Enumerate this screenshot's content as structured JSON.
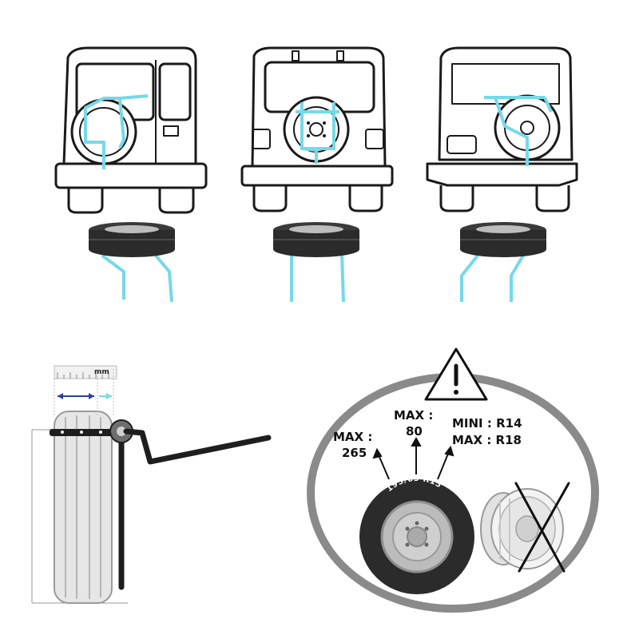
{
  "colors": {
    "bracket": "#74d9e8",
    "outline": "#1a1a1a",
    "dark_tire": "#2b2b2b",
    "frame_ring": "#8a8a8a"
  },
  "ruler": {
    "unit": "mm"
  },
  "specs": {
    "max_width": {
      "label": "MAX :",
      "value": "265"
    },
    "max_profile": {
      "label": "MAX :",
      "value": "80"
    },
    "rim_min": "MINI : R14",
    "rim_max": "MAX : R18",
    "tire_marking": "195/65 R15"
  },
  "icons": {
    "warning": "warning-triangle-icon",
    "not_allowed": "cross-mark-icon"
  }
}
